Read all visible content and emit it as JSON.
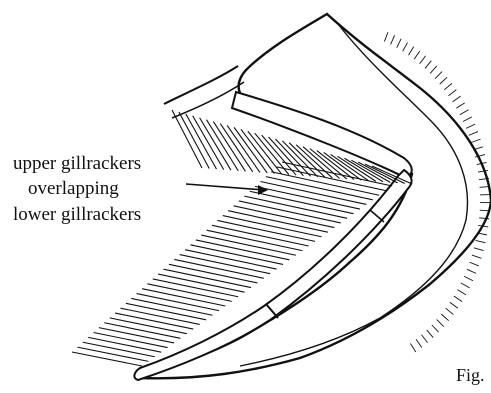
{
  "figure": {
    "label_lines": [
      "upper gillrackers",
      "overlapping",
      "lower gillrackers"
    ],
    "caption": "Fig.",
    "ink_color": "#111111"
  }
}
